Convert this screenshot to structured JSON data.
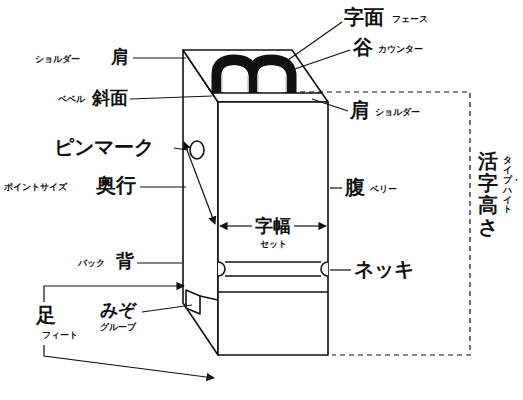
{
  "diagram": {
    "labels": [
      "ショルダー",
      "肩",
      "ベベル",
      "斜面",
      "ピンマーク",
      "ポイントサイズ",
      "奥行",
      "字面",
      "フェース",
      "谷",
      "カウンター",
      "肩",
      "ショルダー",
      "腹",
      "ベリー",
      "字幅",
      "セット",
      "ネッキ",
      "活字高さ",
      "タイプ・ハイト",
      "バック",
      "背",
      "足",
      "フィート",
      "みぞ",
      "グルーブ"
    ]
  }
}
